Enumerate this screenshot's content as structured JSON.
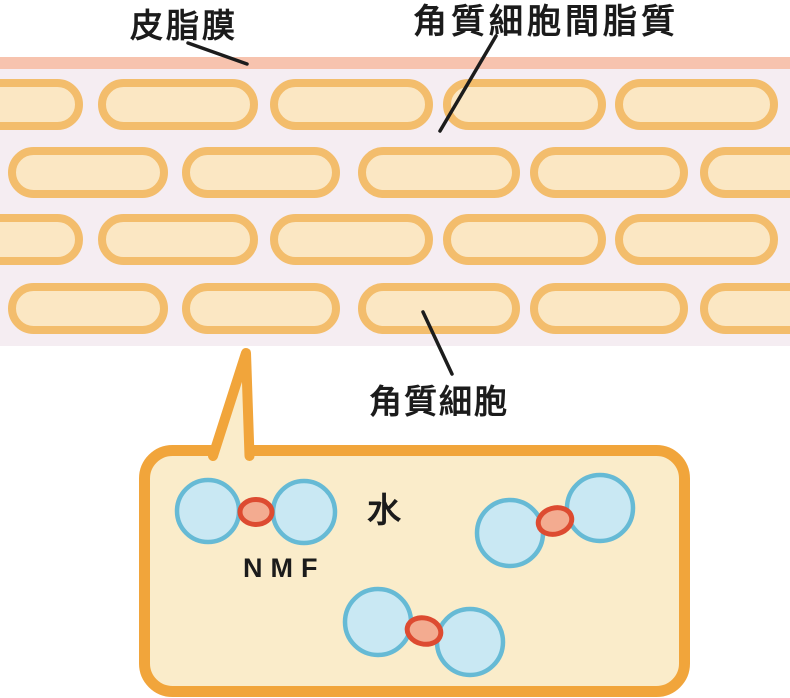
{
  "diagram": {
    "subject": "skin-stratum-corneum-moisture-structure",
    "labels": {
      "sebum_film": "皮脂膜",
      "intercellular_lipid": "角質細胞間脂質",
      "corneocyte": "角質細胞",
      "water": "水",
      "nmf": "NMF"
    },
    "colors": {
      "sebum_bar": "#f7c3ae",
      "stratum_bg": "#f5edf2",
      "cell_fill": "#fbe7c3",
      "cell_border": "#f3bd6c",
      "bubble_fill": "#faecca",
      "bubble_border": "#f1a53b",
      "water_fill": "#c9e8f3",
      "water_border": "#66bad5",
      "nmf_fill": "#f3ab90",
      "nmf_border": "#dd4b31",
      "leader_line": "#1c1c1c"
    },
    "structure": {
      "cell_rows": 4,
      "water_nmf_clusters": 3
    }
  }
}
